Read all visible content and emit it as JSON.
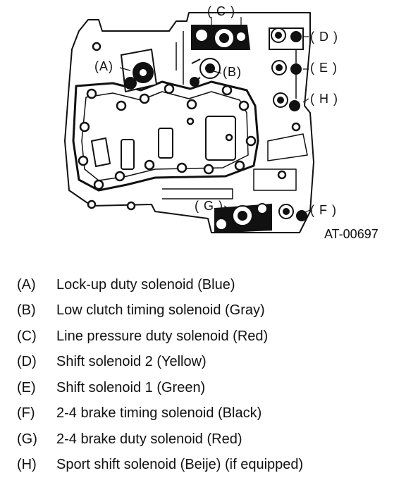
{
  "figure_code": "AT-00697",
  "callouts": {
    "A": "(A)",
    "B": "(B)",
    "C": "( C )",
    "D": "( D )",
    "E": "( E )",
    "F": "( F )",
    "G": "( G )",
    "H": "( H )"
  },
  "legend": [
    {
      "key": "(A)",
      "text": "Lock-up duty solenoid (Blue)"
    },
    {
      "key": "(B)",
      "text": "Low clutch timing solenoid (Gray)"
    },
    {
      "key": "(C)",
      "text": "Line pressure duty solenoid (Red)"
    },
    {
      "key": "(D)",
      "text": "Shift solenoid 2 (Yellow)"
    },
    {
      "key": "(E)",
      "text": "Shift solenoid 1 (Green)"
    },
    {
      "key": "(F)",
      "text": "2-4 brake timing solenoid (Black)"
    },
    {
      "key": "(G)",
      "text": "2-4 brake duty solenoid (Red)"
    },
    {
      "key": "(H)",
      "text": "Sport shift solenoid (Beije) (if equipped)"
    }
  ]
}
